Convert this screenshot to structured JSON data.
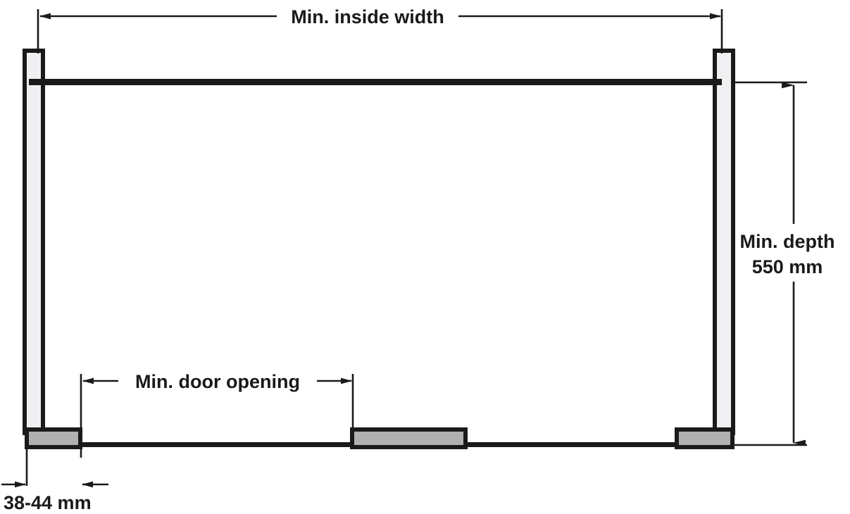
{
  "diagram": {
    "title": "Cabinet interior clearance diagram",
    "labels": {
      "inside_width": "Min. inside width",
      "door_opening": "Min. door opening",
      "depth_line1": "Min. depth",
      "depth_line2": "550 mm",
      "panel_thickness": "38-44 mm"
    },
    "colors": {
      "line": "#1a1a1a",
      "block_fill": "#b0b0b0",
      "post_fill": "#f0f0f2",
      "background": "#ffffff"
    },
    "parts": {
      "left_post": "left-vertical-panel",
      "right_post": "right-vertical-panel",
      "top_rail": "top-horizontal-rail",
      "floor_line": "bottom-floor-line",
      "left_block": "left-base-block",
      "center_block": "center-base-block",
      "right_block": "right-base-block"
    },
    "dimensions": {
      "inside_width_arrows": "both-ends-outward",
      "door_opening_arrows": "both-ends-outward",
      "depth_arrows": "vertical-double",
      "thickness_arrows": "inward-pair"
    }
  }
}
